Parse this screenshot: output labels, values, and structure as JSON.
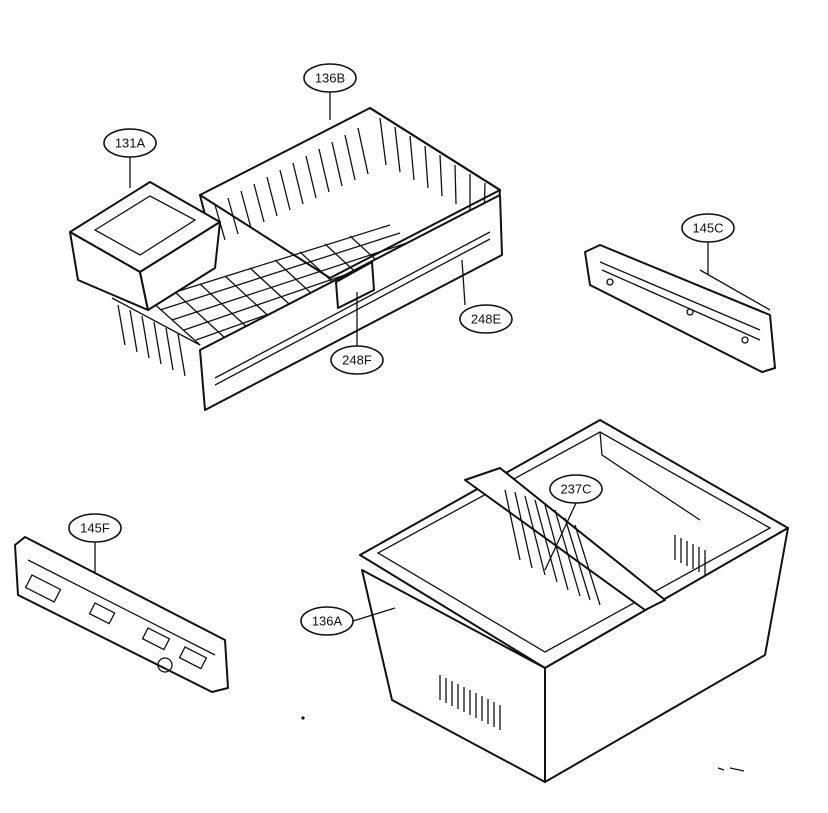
{
  "callouts": {
    "c136B": "136B",
    "c131A": "131A",
    "c145C": "145C",
    "c248E": "248E",
    "c248F": "248F",
    "c145F": "145F",
    "c237C": "237C",
    "c136A": "136A"
  }
}
